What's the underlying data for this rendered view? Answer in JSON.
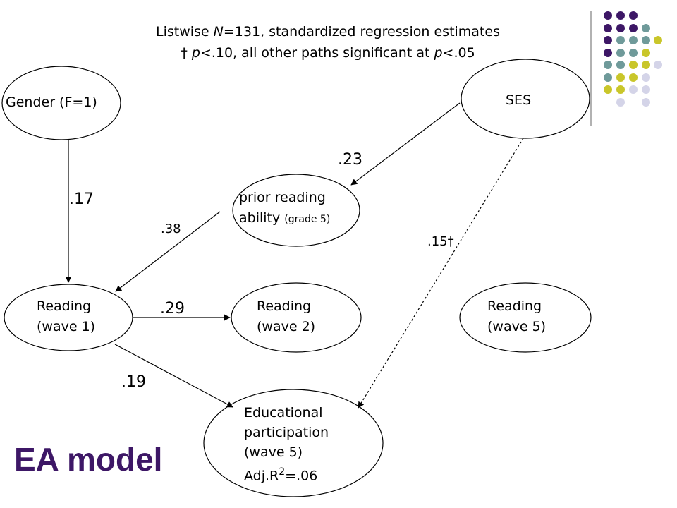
{
  "header": {
    "line1_a": "Listwise ",
    "line1_n": "N",
    "line1_b": "=131, standardized regression estimates",
    "line2_dagger": "† ",
    "line2_p1": "p",
    "line2_mid": "<.10, all other paths significant at ",
    "line2_p2": "p",
    "line2_end": "<.05"
  },
  "nodes": {
    "gender": "Gender (F=1)",
    "ses": "SES",
    "prior_line1": "prior reading",
    "prior_line2": "ability ",
    "prior_grade": "(grade 5)",
    "r1_line1": "Reading",
    "r1_line2": "(wave 1)",
    "r2_line1": "Reading",
    "r2_line2": "(wave 2)",
    "r5_line1": "Reading",
    "r5_line2": "(wave 5)",
    "edu_line1": "Educational",
    "edu_line2": "participation",
    "edu_line3": "(wave 5)",
    "edu_line4_a": "Adj.R",
    "edu_line4_sup": "2",
    "edu_line4_b": "=.06"
  },
  "paths": {
    "gender_r1": ".17",
    "ses_prior": ".23",
    "prior_r1": ".38",
    "r1_r2": ".29",
    "r1_edu": ".19",
    "ses_edu": ".15†"
  },
  "title": "EA model",
  "colors": {
    "title": "#3d1766",
    "dot_purple": "#3d1766",
    "dot_teal": "#6f9a9a",
    "dot_yellow": "#c9c62a",
    "dot_lavender": "#d4d4e8"
  }
}
